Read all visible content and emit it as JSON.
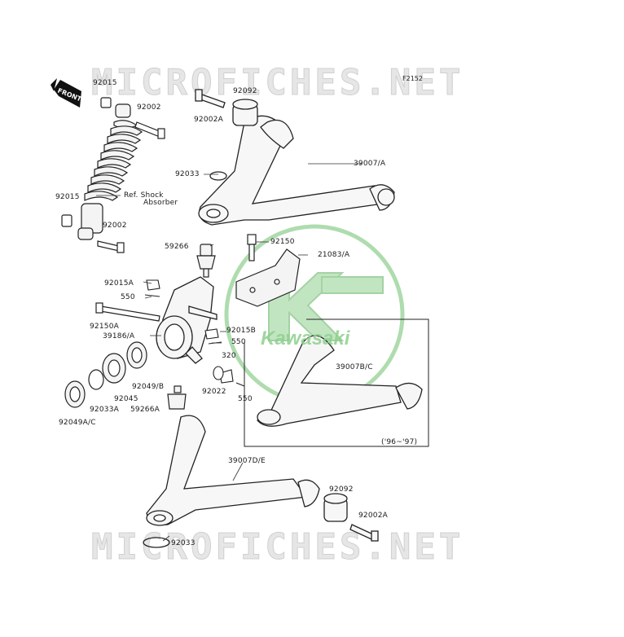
{
  "watermark": {
    "top": "MICROFICHES.NET",
    "bottom": "MICROFICHES.NET"
  },
  "figure_code": "F2152",
  "front_label": "FRONT",
  "logo": {
    "wordmark": "Kawasaki"
  },
  "period_note": "('96~'97)",
  "parts": {
    "p92015_top": "92015",
    "p92002_top": "92002",
    "p92092_top": "92092",
    "p92002A_top": "92002A",
    "p92033_top": "92033",
    "p39007A": "39007/A",
    "ref_shock_1": "Ref. Shock",
    "ref_shock_2": "Absorber",
    "p92015_mid": "92015",
    "p92002_mid": "92002",
    "p59266": "59266",
    "p92150": "92150",
    "p21083A": "21083/A",
    "p92015A": "92015A",
    "p550_a": "550",
    "p92150A": "92150A",
    "p39186A": "39186/A",
    "p92015B": "92015B",
    "p550_b": "550",
    "p320": "320",
    "p39007BC": "39007B/C",
    "p92022": "92022",
    "p550_c": "550",
    "p92049B": "92049/B",
    "p92045": "92045",
    "p92033A": "92033A",
    "p59266A": "59266A",
    "p92049AC": "92049A/C",
    "p39007DE": "39007D/E",
    "p92092_bot": "92092",
    "p92002A_bot": "92002A",
    "p92033_bot": "92033"
  }
}
